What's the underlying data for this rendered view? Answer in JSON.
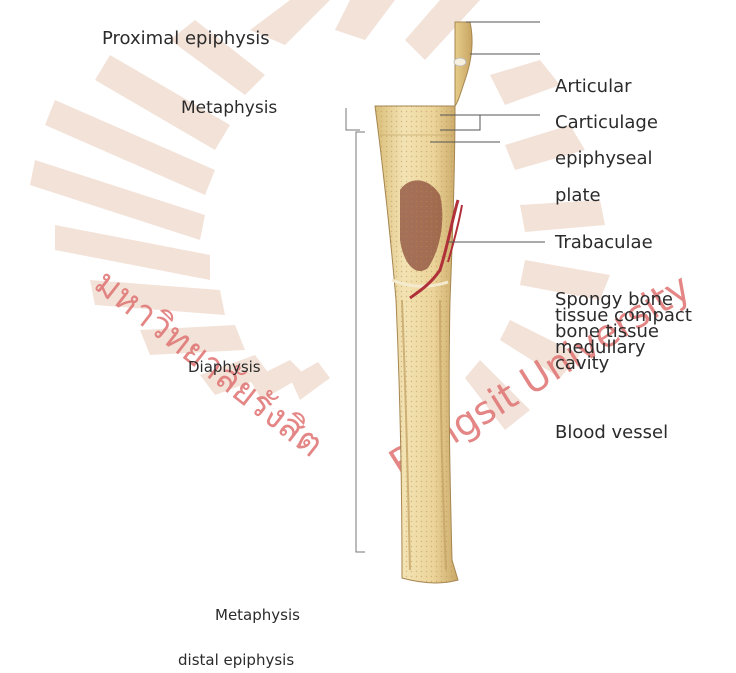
{
  "labels": {
    "proximal_epiphysis": "Proximal epiphysis",
    "metaphysis_top": "Metaphysis",
    "articular": "Articular",
    "carticulage": "Carticulage",
    "epiphyseal": "epiphyseal",
    "plate": "plate",
    "trabaculae": "Trabaculae",
    "spongy_line1": "Spongy bone",
    "spongy_line2": "tissue compact",
    "spongy_line3": "bone tissue",
    "spongy_line4": "medullary",
    "spongy_line5": "cavity",
    "blood_vessel": "Blood vessel",
    "diaphysis": "Diaphysis",
    "metaphysis_bottom": "Metaphysis",
    "distal_epiphysis": "distal epiphysis"
  },
  "watermark": {
    "thai_text": "มหาวิทยาลัยรังสิต",
    "latin_text": "Rangsit University"
  },
  "colors": {
    "bone": "#ecd9a2",
    "bone_shadow": "#d8bd7a",
    "bone_light": "#f5e9c4",
    "marrow": "#8a4a3a",
    "vessel": "#b0303a",
    "watermark_rays": "#f1ddd2",
    "watermark_text": "#e07a78",
    "leader_line": "#555555"
  }
}
